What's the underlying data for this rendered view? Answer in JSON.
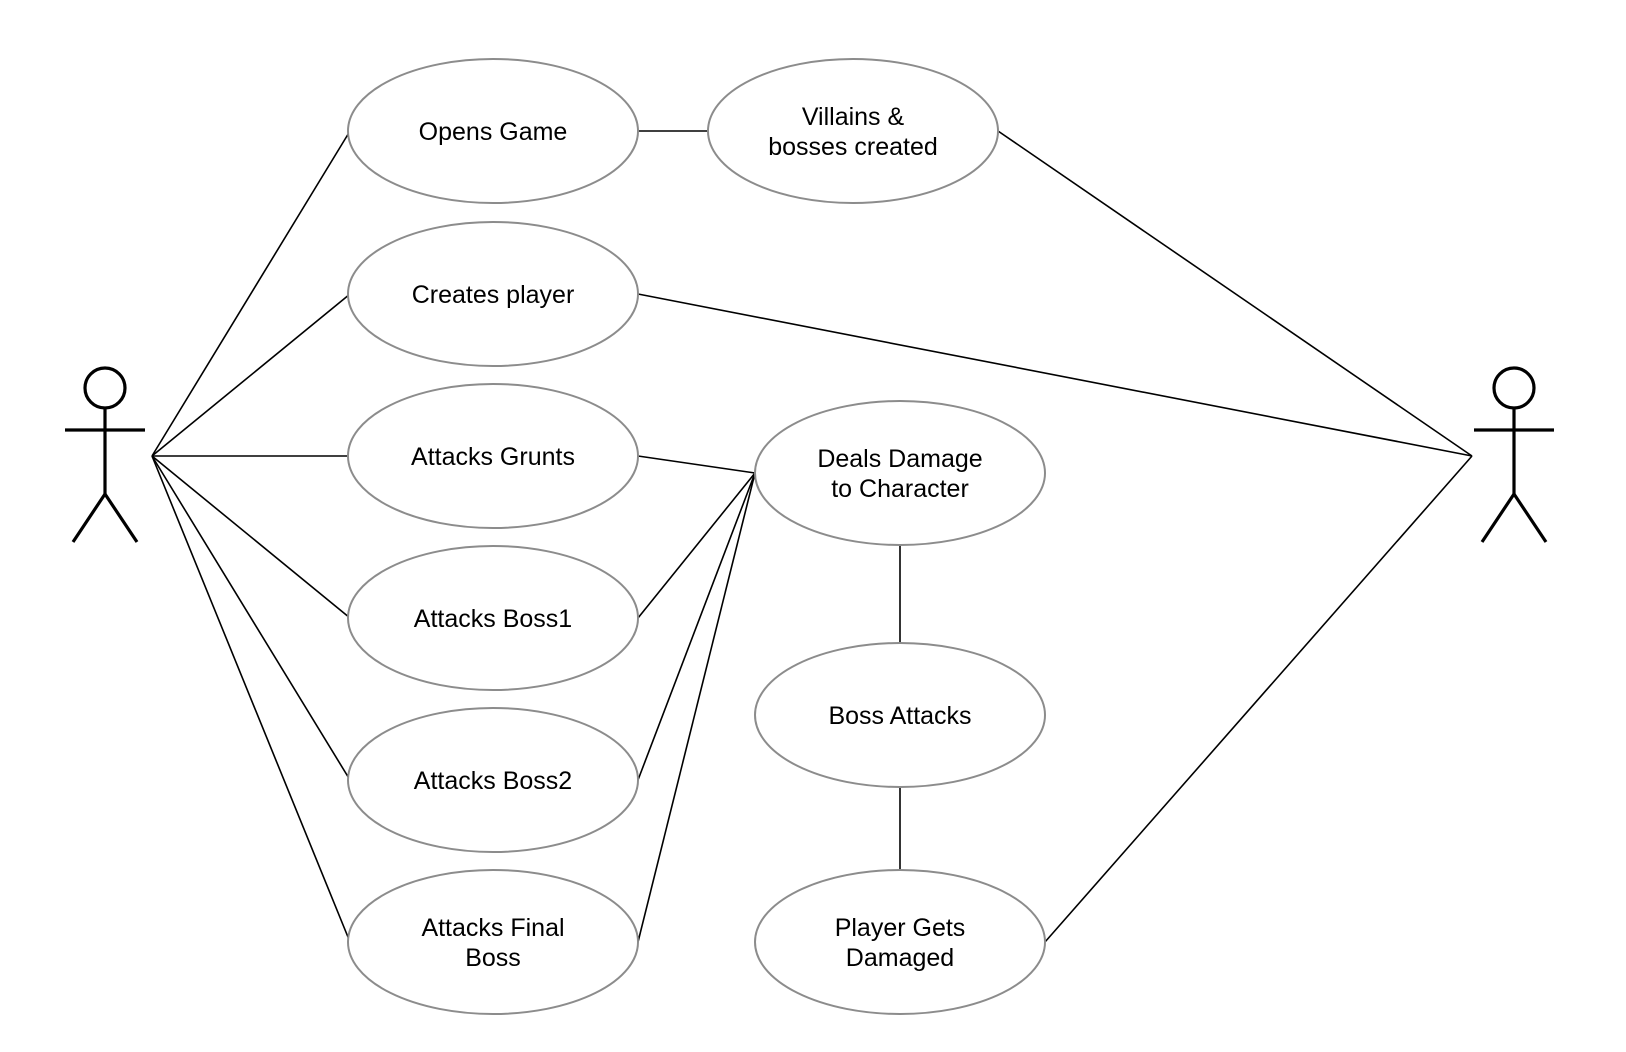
{
  "diagram": {
    "type": "use-case",
    "actors": [
      {
        "id": "actor-left"
      },
      {
        "id": "actor-right"
      }
    ],
    "use_cases": [
      {
        "id": "opens-game",
        "lines": [
          "Opens Game"
        ]
      },
      {
        "id": "villains-bosses-created",
        "lines": [
          "Villains &",
          "bosses created"
        ]
      },
      {
        "id": "creates-player",
        "lines": [
          "Creates player"
        ]
      },
      {
        "id": "attacks-grunts",
        "lines": [
          "Attacks Grunts"
        ]
      },
      {
        "id": "attacks-boss1",
        "lines": [
          "Attacks Boss1"
        ]
      },
      {
        "id": "attacks-boss2",
        "lines": [
          "Attacks Boss2"
        ]
      },
      {
        "id": "attacks-final-boss",
        "lines": [
          "Attacks Final",
          "Boss"
        ]
      },
      {
        "id": "deals-damage",
        "lines": [
          "Deals Damage",
          "to Character"
        ]
      },
      {
        "id": "boss-attacks",
        "lines": [
          "Boss Attacks"
        ]
      },
      {
        "id": "player-gets-damaged",
        "lines": [
          "Player Gets",
          "Damaged"
        ]
      }
    ],
    "associations": [
      [
        "actor-left",
        "opens-game"
      ],
      [
        "actor-left",
        "creates-player"
      ],
      [
        "actor-left",
        "attacks-grunts"
      ],
      [
        "actor-left",
        "attacks-boss1"
      ],
      [
        "actor-left",
        "attacks-boss2"
      ],
      [
        "actor-left",
        "attacks-final-boss"
      ],
      [
        "opens-game",
        "villains-bosses-created"
      ],
      [
        "villains-bosses-created",
        "actor-right"
      ],
      [
        "creates-player",
        "actor-right"
      ],
      [
        "attacks-grunts",
        "deals-damage"
      ],
      [
        "attacks-boss1",
        "deals-damage"
      ],
      [
        "attacks-boss2",
        "deals-damage"
      ],
      [
        "attacks-final-boss",
        "deals-damage"
      ],
      [
        "deals-damage",
        "boss-attacks"
      ],
      [
        "boss-attacks",
        "player-gets-damaged"
      ],
      [
        "player-gets-damaged",
        "actor-right"
      ]
    ],
    "colors": {
      "line": "#000000",
      "ellipse_border": "#8c8c8c",
      "background": "#ffffff"
    }
  }
}
